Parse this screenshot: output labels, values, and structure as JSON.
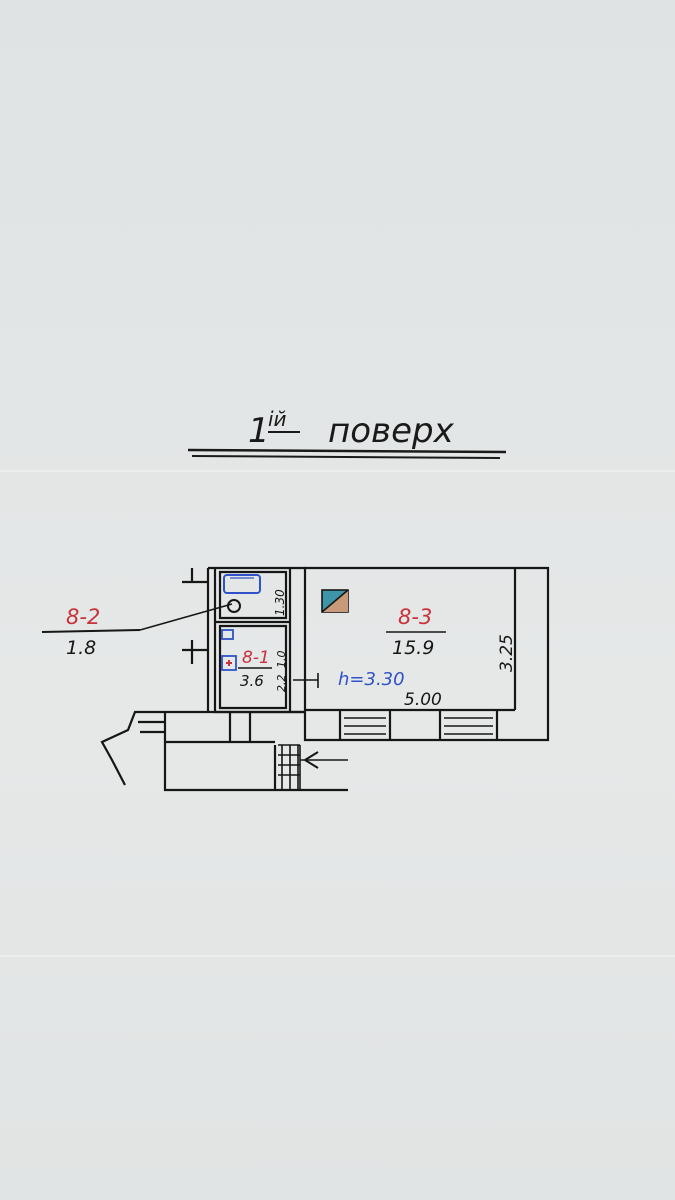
{
  "title": "1ій поверх",
  "title_parts": {
    "number": "1",
    "superscript": "ій",
    "word": "поверх"
  },
  "rooms": [
    {
      "id": "room-1",
      "label": "8-1",
      "area": "3.6",
      "dims": [
        "1.0",
        "2.2"
      ]
    },
    {
      "id": "room-2",
      "label": "8-2",
      "area": "1.8",
      "dims": [
        "1.30"
      ]
    },
    {
      "id": "room-3",
      "label": "8-3",
      "area": "15.9",
      "dims": [
        "5.00",
        "3.25"
      ]
    }
  ],
  "ceiling_height": "h=3.30",
  "colors": {
    "ink": "#161616",
    "red": "#c8323a",
    "blue": "#2f52c8",
    "stove_teal": "#3f95a8",
    "stove_tan": "#c99a7a",
    "paper": "#e3e6e6"
  },
  "icons": [
    "bathtub-icon",
    "toilet-icon",
    "sink-icon",
    "boiler-icon",
    "stove-icon",
    "stair-arrow-icon"
  ]
}
